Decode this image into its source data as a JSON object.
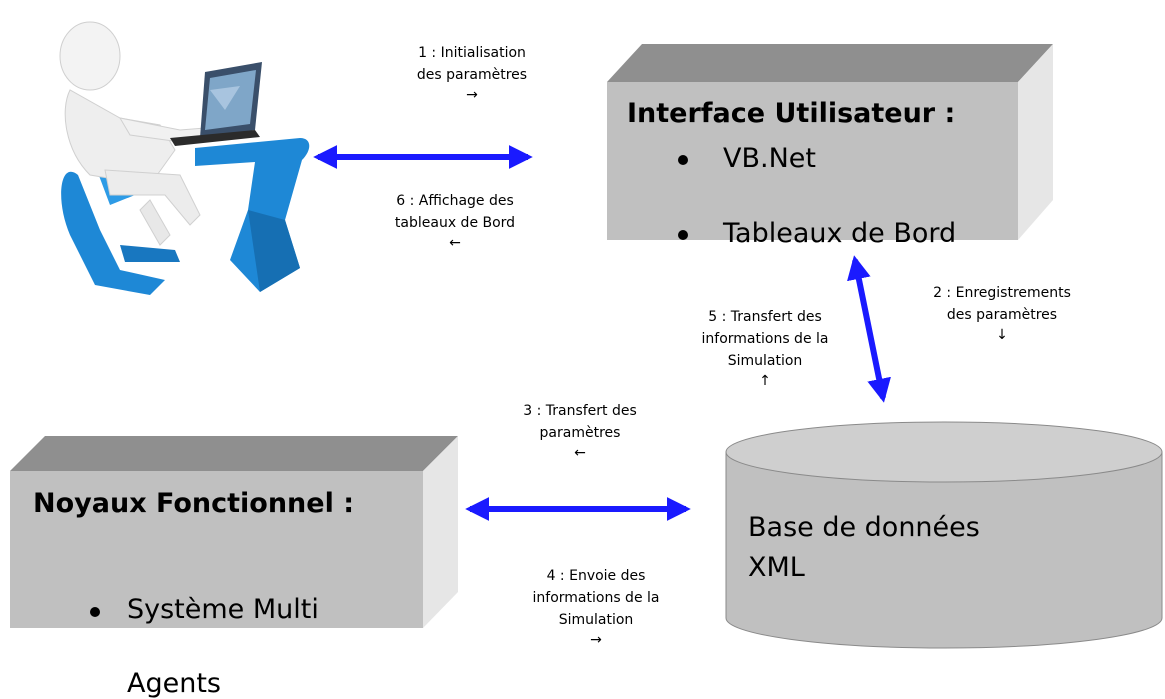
{
  "interface_box": {
    "title": "Interface Utilisateur :",
    "items": [
      "VB.Net",
      "Tableaux de Bord"
    ]
  },
  "noyau_box": {
    "title": "Noyaux Fonctionnel :",
    "items": [
      "Système Multi",
      "Agents"
    ]
  },
  "database": {
    "line1": "Base de données",
    "line2": "XML"
  },
  "labels": {
    "l1": {
      "line1": "1 : Initialisation",
      "line2": "des paramètres",
      "arrow": "→"
    },
    "l6": {
      "line1": "6 : Affichage des",
      "line2": "tableaux de Bord",
      "arrow": "←"
    },
    "l2": {
      "line1": "2 : Enregistrements",
      "line2": "des paramètres",
      "arrow": "↓"
    },
    "l5": {
      "line1": "5 : Transfert des",
      "line2": "informations de la",
      "line3": "Simulation",
      "arrow": "↑"
    },
    "l3": {
      "line1": "3 : Transfert des",
      "line2": "paramètres",
      "arrow": "←"
    },
    "l4": {
      "line1": "4 : Envoie des",
      "line2": "informations de la",
      "line3": "Simulation",
      "arrow": "→"
    }
  },
  "colors": {
    "arrow": "#1a1aff",
    "box_front": "#c0c0c0",
    "box_top": "#8f8f8f",
    "box_side": "#e6e6e6",
    "db_body": "#c0c0c0",
    "db_top": "#cfcfcf"
  }
}
